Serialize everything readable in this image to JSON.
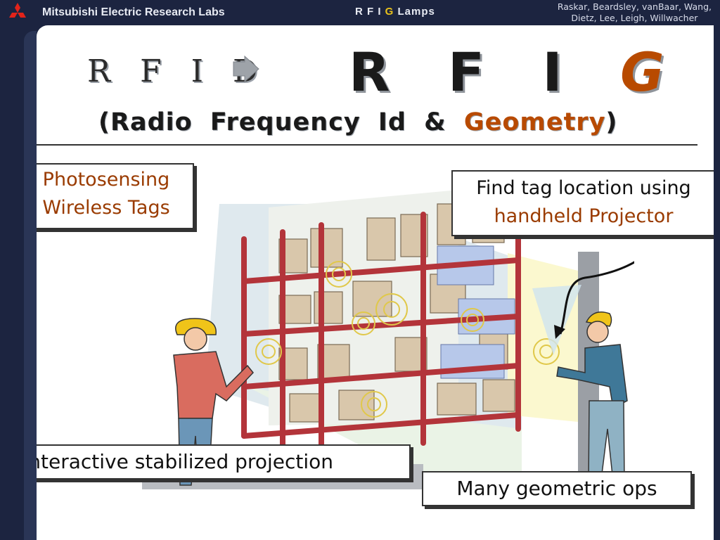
{
  "header": {
    "org_name": "Mitsubishi Electric Research Labs",
    "deck_title_prefix": "R F I ",
    "deck_title_g": "G",
    "deck_title_suffix": "  Lamps",
    "authors_line1": "Raskar, Beardsley, vanBaar, Wang,",
    "authors_line2": "Dietz, Lee, Leigh, Willwacher",
    "logo_icon": "mitsubishi-logo-icon",
    "logo_color": "#e2231a"
  },
  "slide": {
    "rfid_label": "R F I D",
    "rfig_prefix": "R F I ",
    "rfig_g": "G",
    "subtitle_open": "(Radio Frequency Id & ",
    "subtitle_geometry": "Geometry",
    "subtitle_close": ")",
    "callouts": {
      "photosensing_line1": "Photosensing",
      "photosensing_line2": "Wireless Tags",
      "find_line1": "Find tag location using",
      "find_line2": "handheld Projector",
      "interactive": "Interactive stabilized projection",
      "many_ops": "Many geometric ops"
    },
    "colors": {
      "accent": "#b84a00",
      "header_bg": "#1c2440",
      "title_g": "#e9c21b"
    }
  }
}
